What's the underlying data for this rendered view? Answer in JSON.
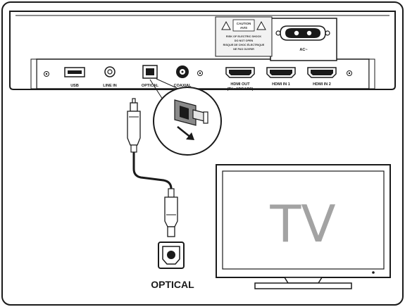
{
  "ports": {
    "usb": "USB",
    "line_in": "LINE IN",
    "optical": "OPTICAL",
    "coaxial": "COAXIAL",
    "hdmi_out": "HDMI OUT",
    "hdmi_out_sub": "(TV eARC/ARC)",
    "hdmi_in_1": "HDMI IN 1",
    "hdmi_in_2": "HDMI IN 2",
    "ac": "AC~"
  },
  "caution": {
    "title": "CAUTION",
    "subtitle": "AVIS",
    "line1": "RISK OF ELECTRIC SHOCK",
    "line2": "DO NOT OPEN",
    "line3": "RISQUE DE CHOC ÉLECTRIQUE",
    "line4": "NE PAS OUVRIR"
  },
  "tv": {
    "label": "TV"
  },
  "optical_jack": {
    "label": "OPTICAL"
  },
  "colors": {
    "line": "#1a1a1a",
    "fill": "#ffffff",
    "panel": "#f2f2f2",
    "screen": "#ffffff",
    "tv_text": "#a3a3a3"
  }
}
